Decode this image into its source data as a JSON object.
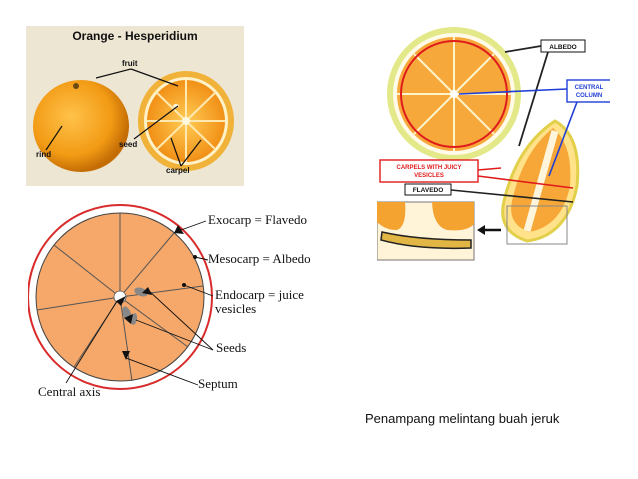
{
  "photo_orange": {
    "title": "Orange - Hesperidium",
    "labels": {
      "fruit": "fruit",
      "rind": "rind",
      "seed": "seed",
      "carpel": "carpel"
    }
  },
  "photo_section": {
    "labels": {
      "albedo": "ALBEDO",
      "central_column_1": "CENTRAL",
      "central_column_2": "COLUMN",
      "carpels_1": "CARPELS WITH JUICY",
      "carpels_2": "VESICLES",
      "flavedo": "FLAVEDO"
    },
    "colors": {
      "central_column": "#1f3fd6",
      "carpels": "#e01b1b",
      "albedo": "#222222"
    }
  },
  "diagram": {
    "labels": {
      "exocarp": "Exocarp = Flavedo",
      "mesocarp": "Mesocarp = Albedo",
      "endocarp_1": "Endocarp = juice",
      "endocarp_2": "vesicles",
      "seeds": "Seeds",
      "septum": "Septum",
      "central_axis": "Central axis"
    },
    "colors": {
      "flesh": "#f5a86a",
      "rind": "#d92b2b"
    }
  },
  "caption": "Penampang melintang buah jeruk"
}
